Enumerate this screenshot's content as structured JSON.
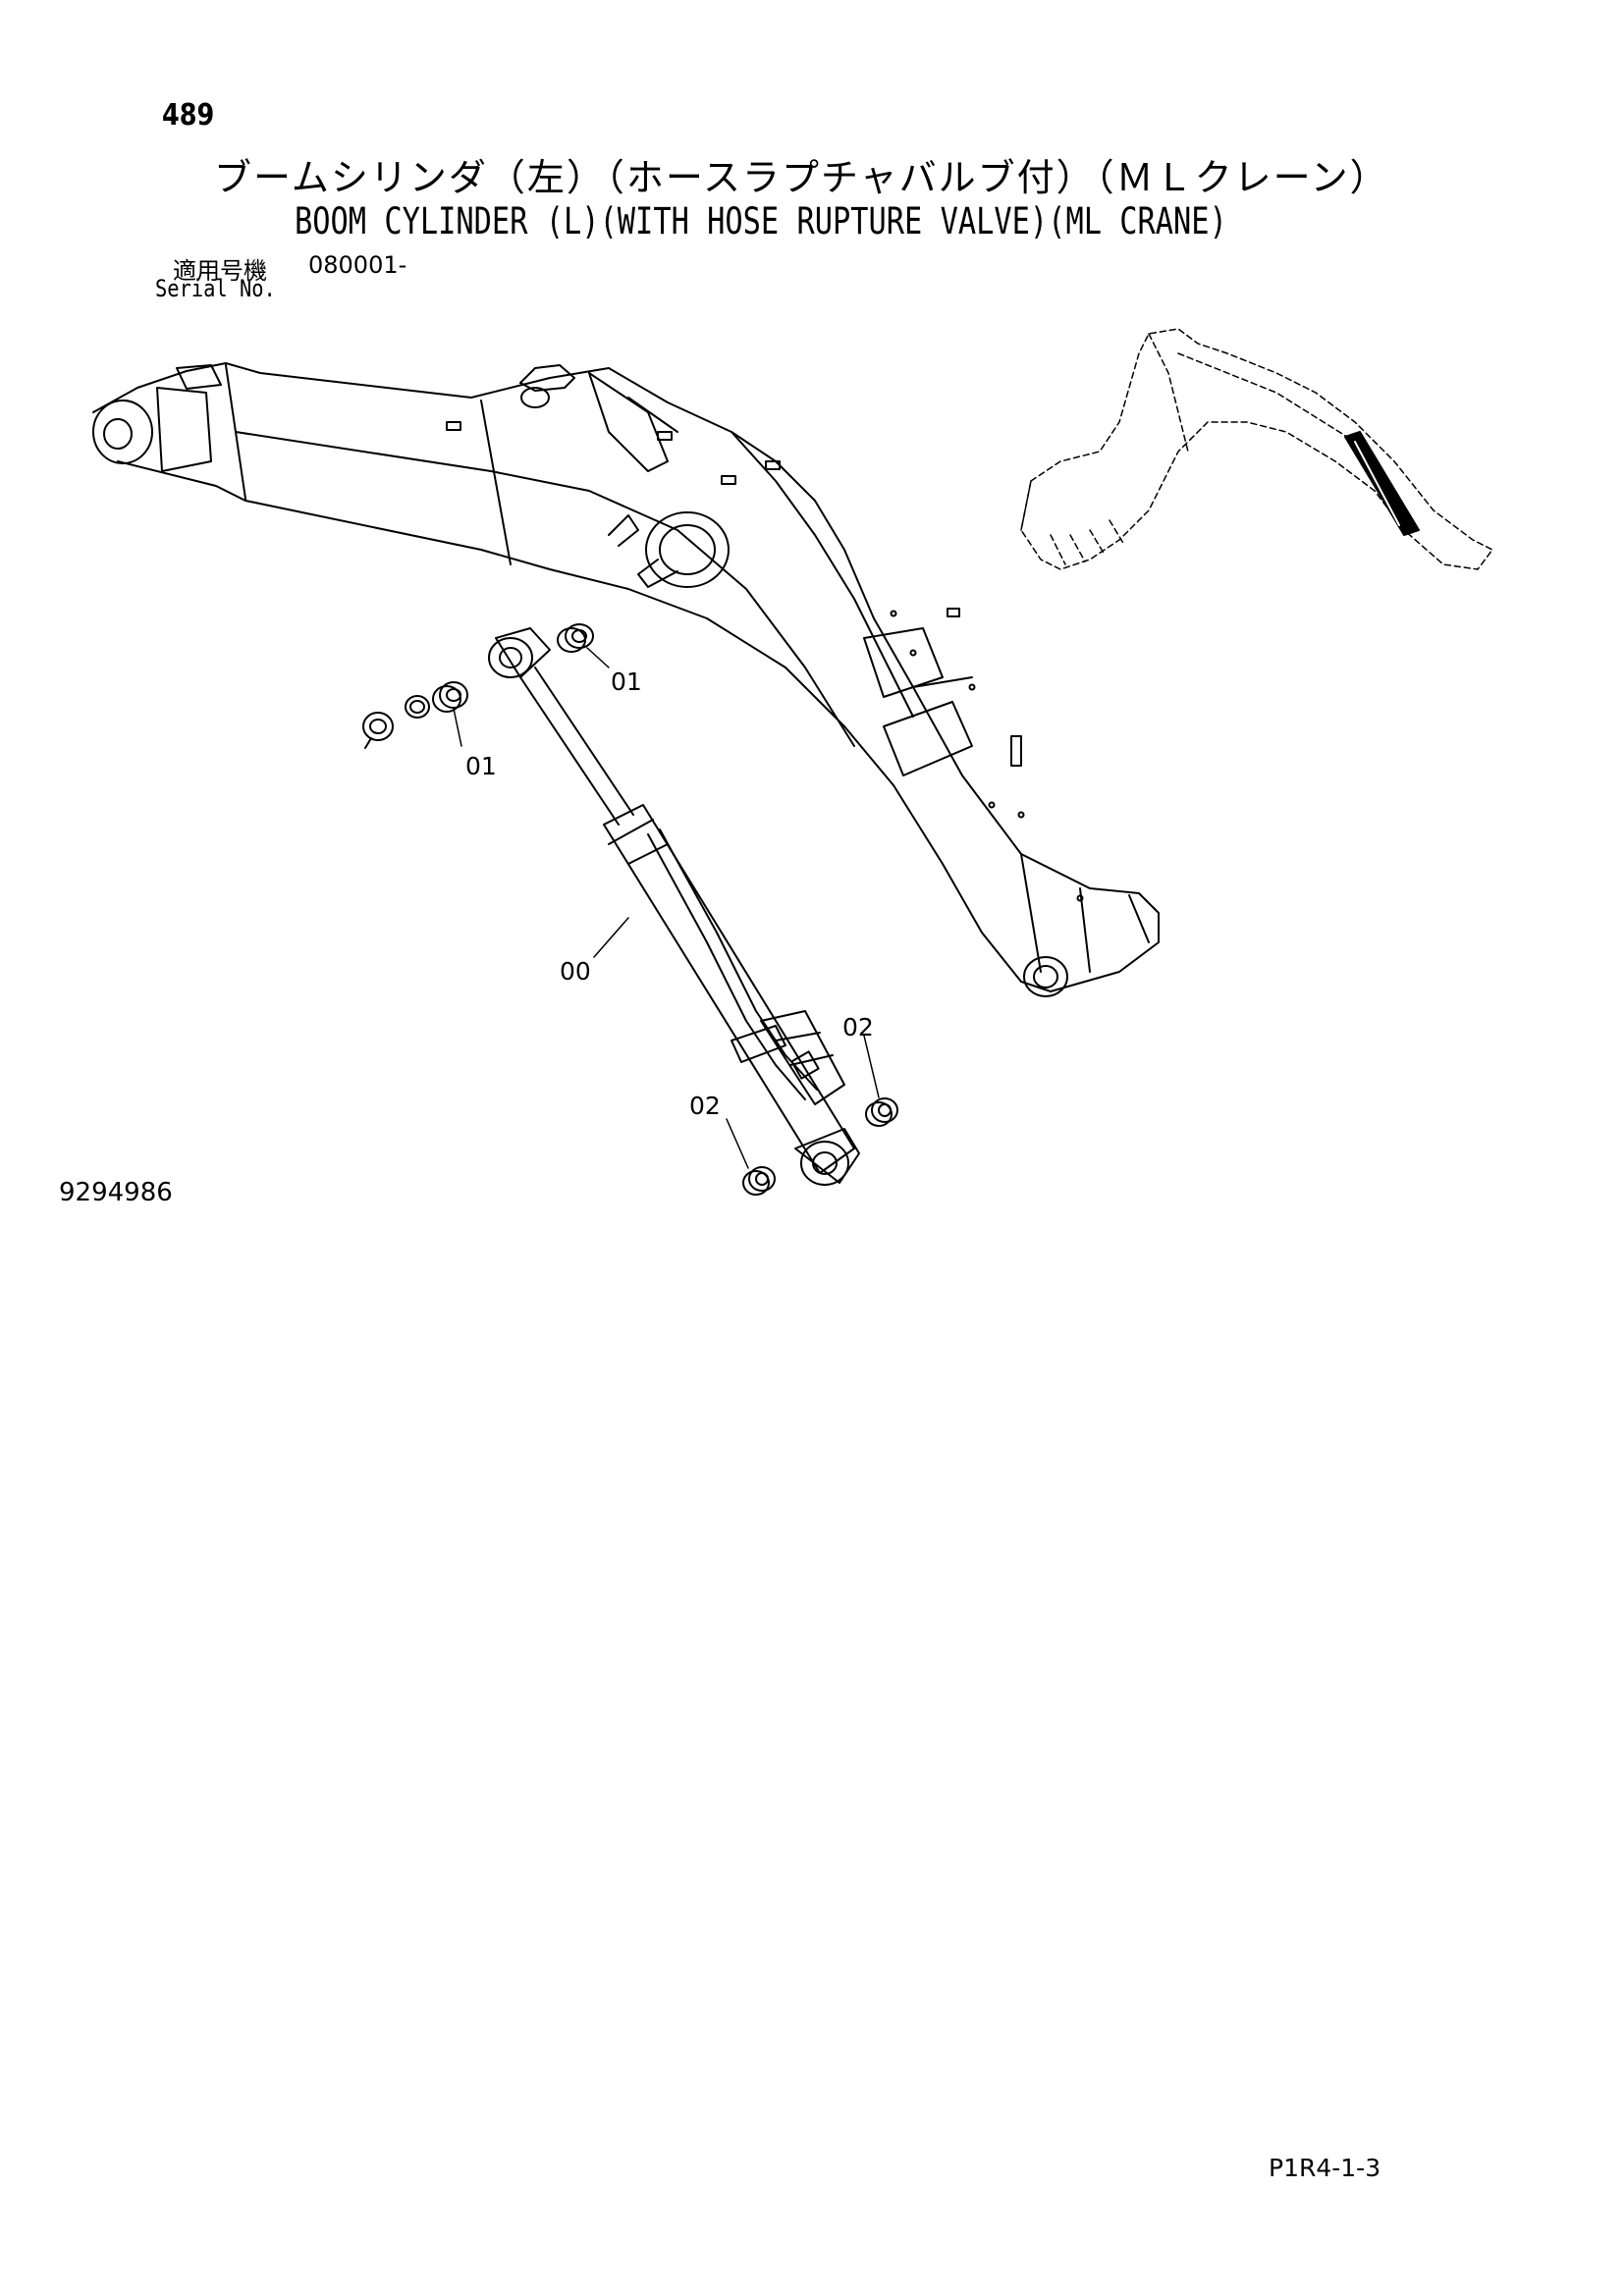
{
  "header": {
    "page_number": "489",
    "title_jp": "ブームシリンダ（左）（ホースラプチャバルブ付）（ＭＬクレーン）",
    "title_en": "BOOM CYLINDER (L)(WITH HOSE RUPTURE VALVE)(ML CRANE)",
    "serial_label_jp": "適用号機",
    "serial_value": "080001-",
    "serial_label_en": "Serial No."
  },
  "callouts": {
    "c01_upper": "01",
    "c01_lower": "01",
    "c00": "00",
    "c02_right": "02",
    "c02_left": "02"
  },
  "footer": {
    "drawing_number": "9294986",
    "page_code": "P1R4-1-3"
  }
}
